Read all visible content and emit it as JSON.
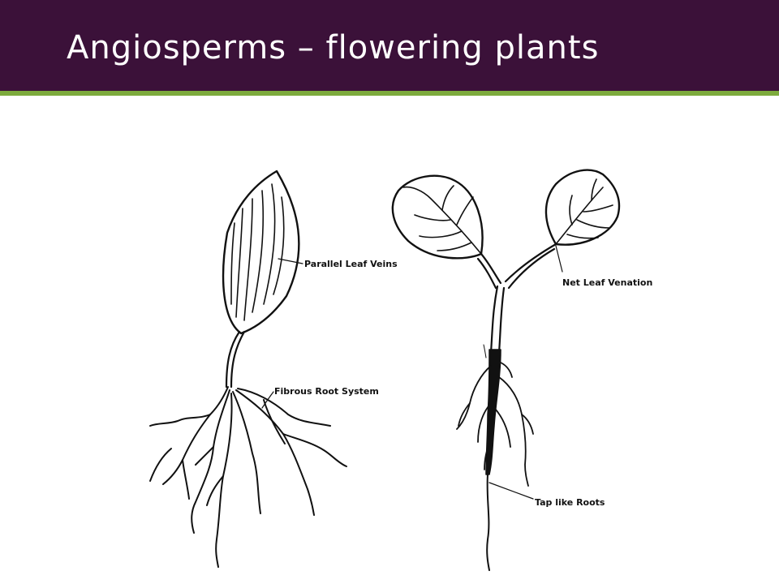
{
  "slide": {
    "title": "Angiosperms – flowering plants",
    "header_color": "#3b1139",
    "accent_color": "#7dab3d"
  },
  "diagram": {
    "labels": {
      "parallel_leaf_veins": "Parallel Leaf Veins",
      "fibrous_root_system": "Fibrous Root System",
      "net_leaf_venation": "Net Leaf Venation",
      "tap_like_roots": "Tap like Roots"
    }
  }
}
